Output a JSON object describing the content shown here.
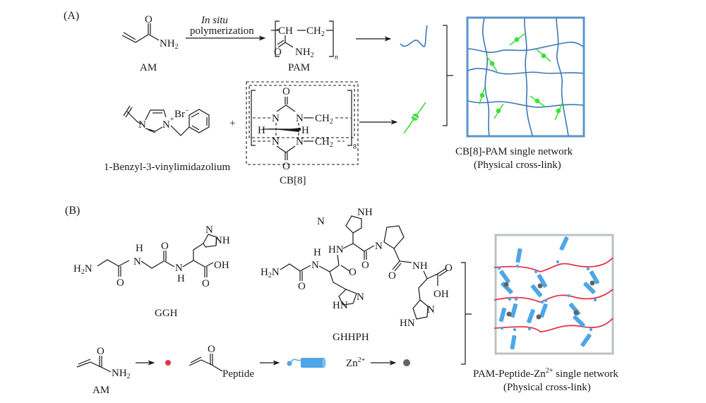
{
  "panel_a": {
    "label": "(A)",
    "am_label": "AM",
    "am_o": "O",
    "am_nh2": "NH",
    "am_nh2_sub": "2",
    "reaction_top": "In situ",
    "reaction_bottom": "polymerization",
    "pam_ch": "CH",
    "pam_ch2": "CH",
    "pam_ch2_sub": "2",
    "pam_o": "O",
    "pam_nh2": "NH",
    "pam_nh2_sub": "2",
    "pam_n": "n",
    "pam_label": "PAM",
    "imid_label": "1-Benzyl-3-vinylimidazolium",
    "imid_br": "Br",
    "imid_br_charge": "−",
    "imid_n1": "N",
    "imid_n3": "N",
    "imid_charge": "+",
    "plus": "+",
    "cb8_o_top": "O",
    "cb8_o_bottom": "O",
    "cb8_n": "N",
    "cb8_h": "H",
    "cb8_ch2": "CH",
    "cb8_ch2_sub": "2",
    "cb8_sub": "8",
    "cb8_label": "CB[8]",
    "network_title": "CB[8]-PAM single network",
    "network_subtitle": "(Physical cross-link)"
  },
  "panel_b": {
    "label": "(B)",
    "ggh_label": "GGH",
    "ghhph_label": "GHHPH",
    "h2n": "H",
    "h2n_sub": "2",
    "h2n_n": "N",
    "n": "N",
    "h": "H",
    "nh": "NH",
    "hn": "HN",
    "o": "O",
    "oh": "OH",
    "am_label": "AM",
    "am_nh2": "NH",
    "am_nh2_sub": "2",
    "peptide": "Peptide",
    "zn": "Zn",
    "zn_charge": "2+",
    "network_title_pre": "PAM-Peptide-Zn",
    "network_title_sup": "2+",
    "network_title_post": " single network",
    "network_subtitle": "(Physical cross-link)"
  },
  "colors": {
    "pam_chain": "#3b78b5",
    "network_frame_a": "#5b95c8",
    "crosslink": "#3fe03a",
    "polymer_red": "#e8334a",
    "peptide_blue": "#4ea6e6",
    "zinc_gray": "#5f6368",
    "network_frame_b": "#b8c2c6"
  }
}
